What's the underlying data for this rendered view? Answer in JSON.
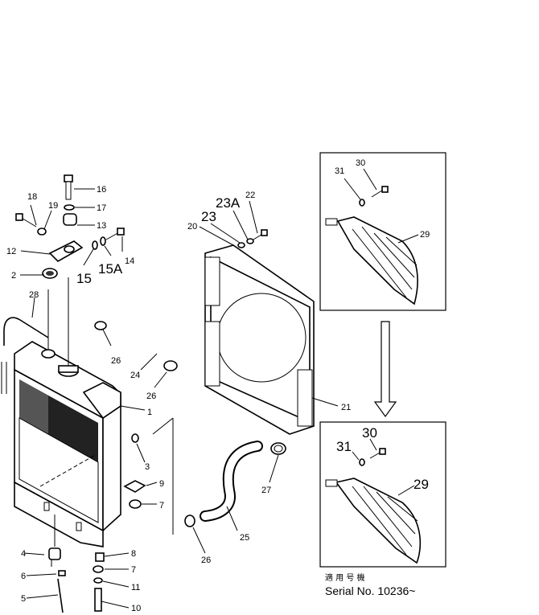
{
  "parts": {
    "1": "1",
    "2": "2",
    "3": "3",
    "4": "4",
    "5": "5",
    "6": "6",
    "7": "7",
    "8": "8",
    "9": "9",
    "10": "10",
    "11": "11",
    "12": "12",
    "13": "13",
    "14": "14",
    "15": "15",
    "15A": "15A",
    "16": "16",
    "17": "17",
    "18": "18",
    "19": "19",
    "20": "20",
    "21": "21",
    "22": "22",
    "23": "23",
    "23A": "23A",
    "24": "24",
    "25": "25",
    "26": "26",
    "27": "27",
    "28": "28",
    "29": "29",
    "30": "30",
    "31": "31"
  },
  "serial": {
    "applicable_label": "適 用 号 機",
    "number": "Serial No. 10236~"
  }
}
